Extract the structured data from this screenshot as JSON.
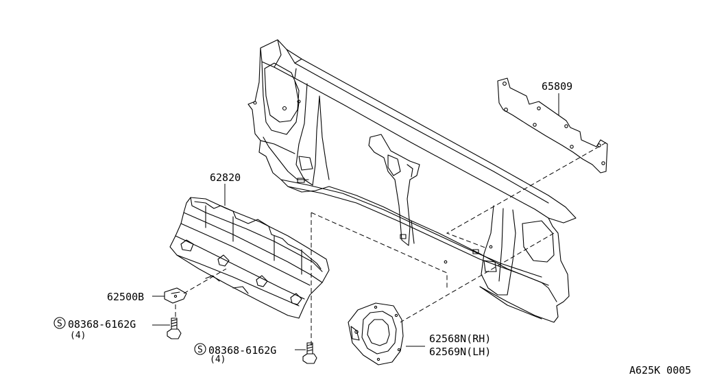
{
  "parts": {
    "radiator_support": {},
    "p65809": {
      "number": "65809"
    },
    "p62820": {
      "number": "62820"
    },
    "p62500b": {
      "number": "62500B"
    },
    "bolt_left": {
      "symbol": "S",
      "number": "08368-6162G",
      "qty": "(4)"
    },
    "bolt_center": {
      "symbol": "S",
      "number": "08368-6162G",
      "qty": "(4)"
    },
    "p62568n": {
      "number": "62568N(RH)"
    },
    "p62569n": {
      "number": "62569N(LH)"
    }
  },
  "diagram_code": "A625K 0005"
}
